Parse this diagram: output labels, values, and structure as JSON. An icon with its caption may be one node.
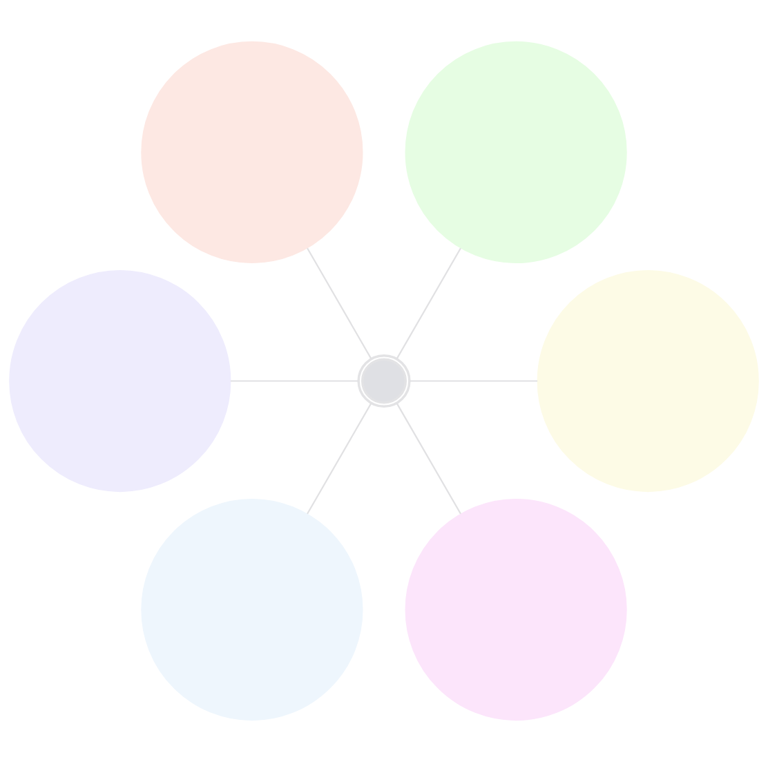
{
  "diagram": {
    "nodes": [
      {
        "text": [],
        "shape": "circle"
      },
      {
        "text": [],
        "shape": "circle"
      },
      {
        "text": [],
        "shape": "circle"
      },
      {
        "text": [],
        "shape": "circle"
      },
      {
        "text": [],
        "shape": "circle"
      },
      {
        "text": [],
        "shape": "circle"
      },
      {
        "text": [],
        "shape": "circle"
      }
    ],
    "edges": [
      {
        "from": 3,
        "to": 0,
        "arrow": "none"
      },
      {
        "from": 3,
        "to": 1,
        "arrow": "none"
      },
      {
        "from": 3,
        "to": 4,
        "arrow": "none"
      },
      {
        "from": 3,
        "to": 6,
        "arrow": "none"
      },
      {
        "from": 3,
        "to": 5,
        "arrow": "none"
      },
      {
        "from": 3,
        "to": 2,
        "arrow": "none"
      }
    ]
  }
}
